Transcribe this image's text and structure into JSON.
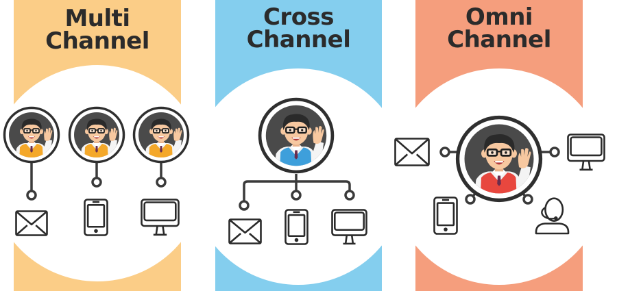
{
  "colors": {
    "multi_panel": "#FBCD87",
    "cross_panel": "#84CEEE",
    "omni_panel": "#F59E7D",
    "outline": "#2a2a2a",
    "avatar_bg": "#4a4a4a",
    "skin": "#F7C8A0",
    "hair": "#2a2a2a",
    "multi_vest": "#F4A82A",
    "cross_vest": "#3E9FDB",
    "omni_vest": "#E8473E",
    "shirt": "#FFFFFF",
    "tie": "#6A2D4E"
  },
  "panels": [
    {
      "id": "multi",
      "title_line1": "Multi",
      "title_line2": "Channel",
      "avatars": 3,
      "channels": [
        "email-envelope",
        "mobile-phone",
        "desktop-monitor"
      ]
    },
    {
      "id": "cross",
      "title_line1": "Cross",
      "title_line2": "Channel",
      "avatars": 1,
      "channels": [
        "email-envelope",
        "mobile-phone",
        "desktop-monitor"
      ]
    },
    {
      "id": "omni",
      "title_line1": "Omni",
      "title_line2": "Channel",
      "avatars": 1,
      "channels": [
        "email-envelope",
        "desktop-monitor",
        "mobile-phone",
        "customer-support-headset"
      ]
    }
  ]
}
